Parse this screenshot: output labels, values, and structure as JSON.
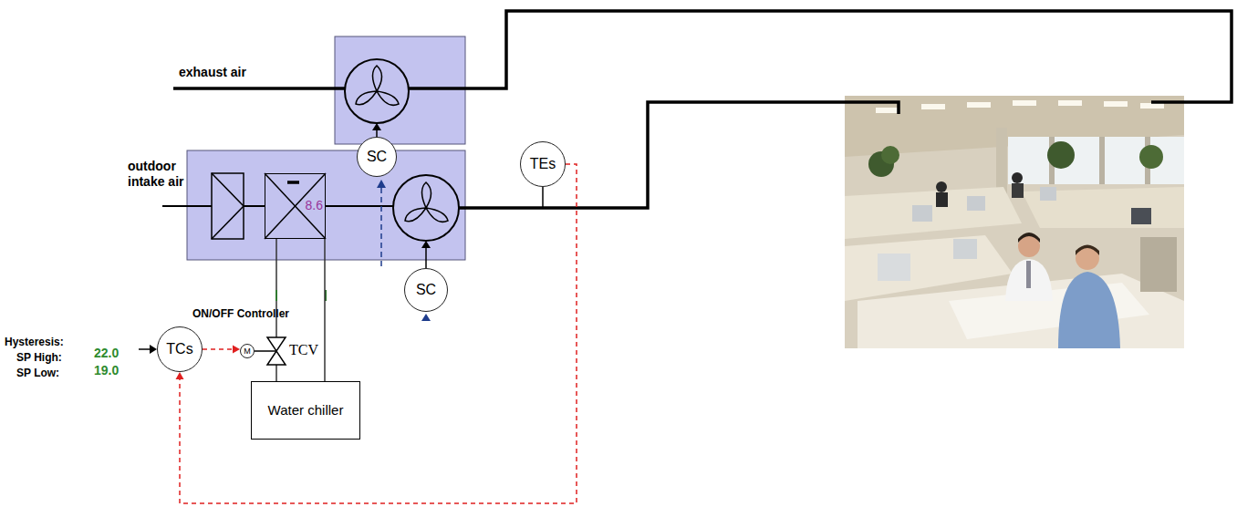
{
  "diagram": {
    "nodes": [
      {
        "text": [
          "8.6"
        ]
      },
      {
        "text": [
          "SC"
        ]
      },
      {
        "text": [
          "TEs"
        ]
      },
      {
        "text": [
          "SC"
        ]
      },
      {
        "text": [
          "TCs"
        ]
      },
      {
        "text": [
          "M"
        ]
      },
      {
        "text": [
          "Water chiller"
        ]
      }
    ],
    "edges": [
      {
        "from": 2,
        "to": 4,
        "arrow": "to"
      },
      {
        "from": 4,
        "to": 5,
        "arrow": "to"
      },
      {
        "from": 0,
        "to": 6,
        "arrow": "none"
      }
    ],
    "labels": [
      "exhaust air",
      "outdoor intake air",
      "ON/OFF Controller",
      "Hysteresis:",
      "SP High:",
      "22.0",
      "SP Low:",
      "19.0",
      "TCV"
    ]
  }
}
